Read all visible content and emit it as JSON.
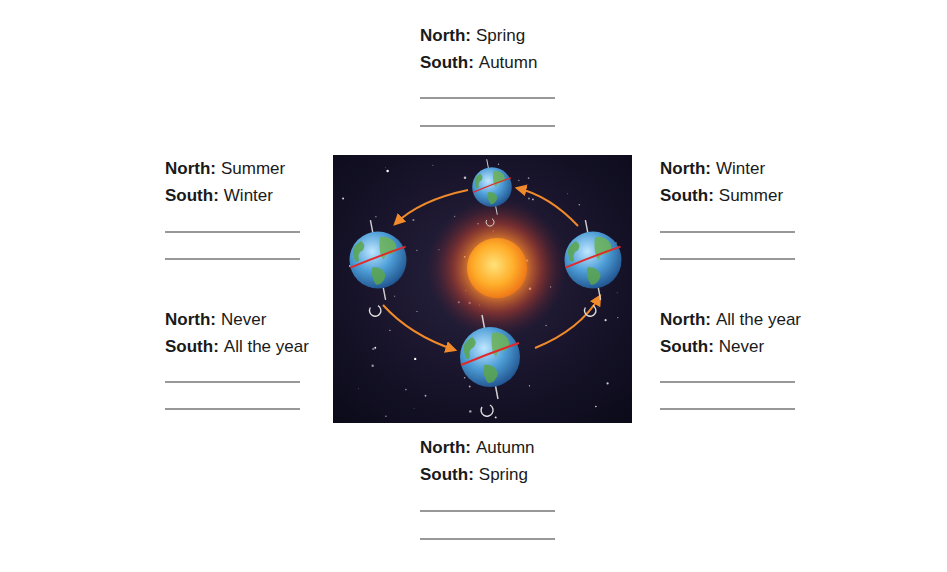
{
  "diagram": {
    "labels": [
      "North:",
      "Spring",
      "South:",
      "Autumn",
      "North:",
      "Summer",
      "South:",
      "Winter",
      "North:",
      "Winter",
      "South:",
      "Summer",
      "North:",
      "Never",
      "South:",
      "All the year",
      "North:",
      "All the year",
      "South:",
      "Never",
      "North:",
      "Autumn",
      "South:",
      "Spring"
    ]
  }
}
